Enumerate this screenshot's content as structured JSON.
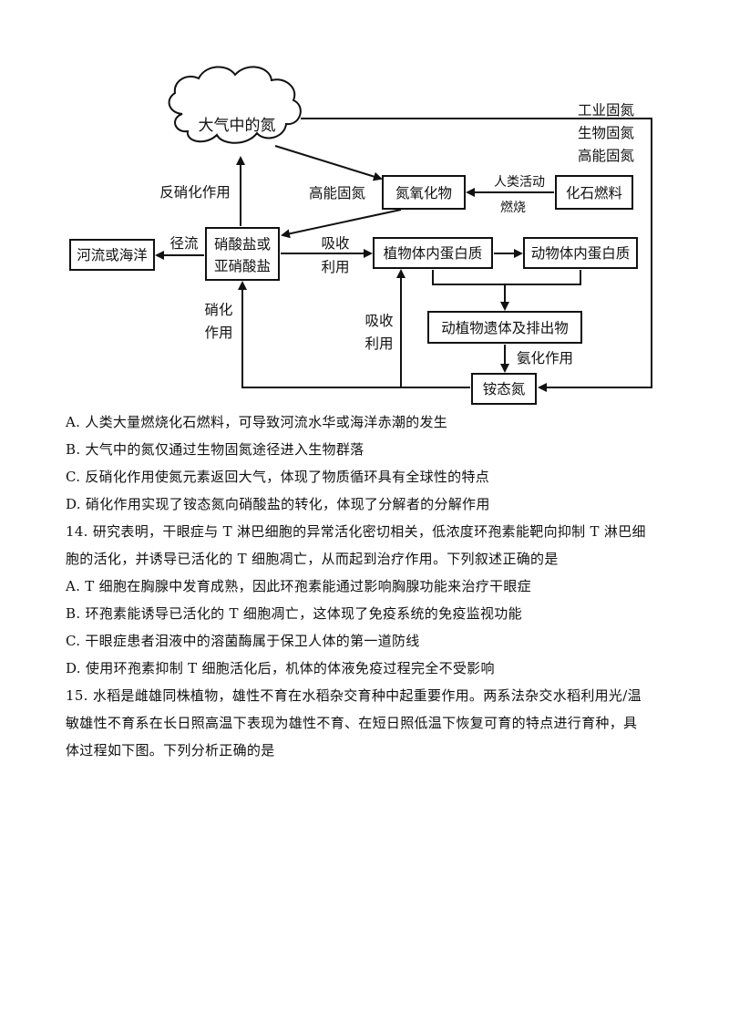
{
  "diagram": {
    "atmosphere_n": "大气中的氮",
    "right_labels": [
      "工业固氮",
      "生物固氮",
      "高能固氮"
    ],
    "denitrification": "反硝化作用",
    "high_energy_fixation": "高能固氮",
    "nitrogen_oxides": "氮氧化物",
    "human_activity": "人类活动",
    "burning": "燃烧",
    "fossil_fuel": "化石燃料",
    "runoff": "径流",
    "river_ocean": "河流或海洋",
    "nitrate_line1": "硝酸盐或",
    "nitrate_line2": "亚硝酸盐",
    "absorb": "吸收",
    "use": "利用",
    "plant_protein": "植物体内蛋白质",
    "animal_protein": "动物体内蛋白质",
    "nitrification_1": "硝化",
    "nitrification_2": "作用",
    "remains": "动植物遗体及排出物",
    "ammonification": "氨化作用",
    "ammonium": "铵态氮"
  },
  "lines": [
    "A. 人类大量燃烧化石燃料，可导致河流水华或海洋赤潮的发生",
    "B. 大气中的氮仅通过生物固氮途径进入生物群落",
    "C. 反硝化作用使氮元素返回大气，体现了物质循环具有全球性的特点",
    "D. 硝化作用实现了铵态氮向硝酸盐的转化，体现了分解者的分解作用",
    "14. 研究表明，干眼症与 T 淋巴细胞的异常活化密切相关，低浓度环孢素能靶向抑制 T 淋巴细",
    "胞的活化，并诱导已活化的 T 细胞凋亡，从而起到治疗作用。下列叙述正确的是",
    "A. T 细胞在胸腺中发育成熟，因此环孢素能通过影响胸腺功能来治疗干眼症",
    "B. 环孢素能诱导已活化的 T 细胞凋亡，这体现了免疫系统的免疫监视功能",
    "C. 干眼症患者泪液中的溶菌酶属于保卫人体的第一道防线",
    "D. 使用环孢素抑制 T 细胞活化后，机体的体液免疫过程完全不受影响",
    "15. 水稻是雌雄同株植物，雄性不育在水稻杂交育种中起重要作用。两系法杂交水稻利用光/温",
    "敏雄性不育系在长日照高温下表现为雄性不育、在短日照低温下恢复可育的特点进行育种，具",
    "体过程如下图。下列分析正确的是"
  ]
}
